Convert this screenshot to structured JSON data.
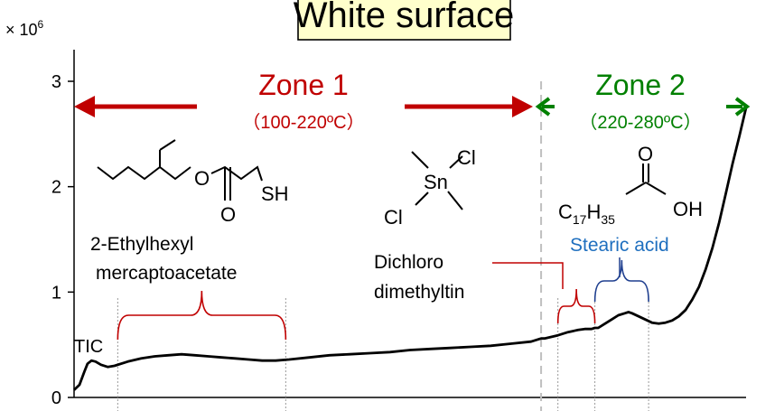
{
  "chart_data": {
    "type": "line",
    "title": "White surface",
    "y_multiplier": "× 10",
    "y_multiplier_exp": "6",
    "series_label": "TIC",
    "ylim": [
      0,
      3.3
    ],
    "yticks": [
      {
        "value": 0,
        "label": "0"
      },
      {
        "value": 1,
        "label": "1"
      },
      {
        "value": 2,
        "label": "2"
      },
      {
        "value": 3,
        "label": "3"
      }
    ],
    "xlim": [
      0,
      100
    ],
    "x_axis_labels": "none",
    "grid": false,
    "series": [
      {
        "color": "#000000",
        "points": [
          [
            0,
            0.07
          ],
          [
            0.8,
            0.12
          ],
          [
            1.5,
            0.24
          ],
          [
            2.0,
            0.32
          ],
          [
            2.6,
            0.35
          ],
          [
            3.2,
            0.34
          ],
          [
            4.0,
            0.31
          ],
          [
            5.0,
            0.29
          ],
          [
            6.0,
            0.3
          ],
          [
            8.0,
            0.34
          ],
          [
            10,
            0.37
          ],
          [
            12,
            0.39
          ],
          [
            14,
            0.4
          ],
          [
            16,
            0.41
          ],
          [
            18,
            0.4
          ],
          [
            20,
            0.39
          ],
          [
            22,
            0.38
          ],
          [
            24,
            0.37
          ],
          [
            26,
            0.36
          ],
          [
            28,
            0.35
          ],
          [
            30,
            0.35
          ],
          [
            32,
            0.36
          ],
          [
            35,
            0.38
          ],
          [
            38,
            0.4
          ],
          [
            41,
            0.41
          ],
          [
            44,
            0.42
          ],
          [
            47,
            0.43
          ],
          [
            50,
            0.45
          ],
          [
            53,
            0.46
          ],
          [
            56,
            0.47
          ],
          [
            59,
            0.48
          ],
          [
            62,
            0.49
          ],
          [
            65,
            0.51
          ],
          [
            68,
            0.53
          ],
          [
            69.5,
            0.56
          ],
          [
            70,
            0.56
          ],
          [
            72,
            0.59
          ],
          [
            73.5,
            0.62
          ],
          [
            75,
            0.64
          ],
          [
            76,
            0.65
          ],
          [
            77,
            0.65
          ],
          [
            77.5,
            0.66
          ],
          [
            78,
            0.66
          ],
          [
            79,
            0.7
          ],
          [
            80,
            0.74
          ],
          [
            81,
            0.78
          ],
          [
            82,
            0.8
          ],
          [
            82.5,
            0.81
          ],
          [
            83,
            0.8
          ],
          [
            84,
            0.77
          ],
          [
            85,
            0.74
          ],
          [
            86,
            0.71
          ],
          [
            87,
            0.7
          ],
          [
            88,
            0.71
          ],
          [
            89,
            0.73
          ],
          [
            90,
            0.77
          ],
          [
            91,
            0.83
          ],
          [
            92,
            0.93
          ],
          [
            93,
            1.05
          ],
          [
            94,
            1.22
          ],
          [
            95,
            1.42
          ],
          [
            96,
            1.66
          ],
          [
            97,
            1.94
          ],
          [
            98,
            2.22
          ],
          [
            99,
            2.48
          ],
          [
            100,
            2.75
          ]
        ]
      }
    ],
    "zones": [
      {
        "name": "Zone 1",
        "range": "（100-220ºC）",
        "color": "#c00000"
      },
      {
        "name": "Zone 2",
        "range": "（220-280ºC）",
        "color": "#008000"
      }
    ],
    "zone_boundary_x": 69.5,
    "compound_labels": [
      {
        "text1": "2-Ethylhexyl",
        "text2": "mercaptoacetate",
        "color": "#000000",
        "bracket_color": "#c00000",
        "x_start": 6.5,
        "x_end": 31.5
      },
      {
        "text1": "Dichloro",
        "text2": "dimethyltin",
        "color": "#000000",
        "bracket_color": "#c00000",
        "x_start": 72,
        "x_end": 77.5
      },
      {
        "text1": "Stearic acid",
        "color": "#1f6fbf",
        "bracket_color": "#1f3f8f",
        "x_start": 77.5,
        "x_end": 85.5
      }
    ],
    "structures": {
      "ester_O1": "O",
      "ester_O2": "O",
      "ester_SH": "SH",
      "tin_Sn": "Sn",
      "tin_Cl1": "Cl",
      "tin_Cl2": "Cl",
      "acid_O": "O",
      "acid_C": "C",
      "acid_c_sub": "17",
      "acid_H": "H",
      "acid_h_sub": "35",
      "acid_OH": "OH"
    },
    "colors": {
      "zone1": "#c00000",
      "zone2": "#008000",
      "stearic": "#1f6fbf",
      "title_box": "#ffffcc",
      "boundary": "#bfbfbf"
    }
  }
}
